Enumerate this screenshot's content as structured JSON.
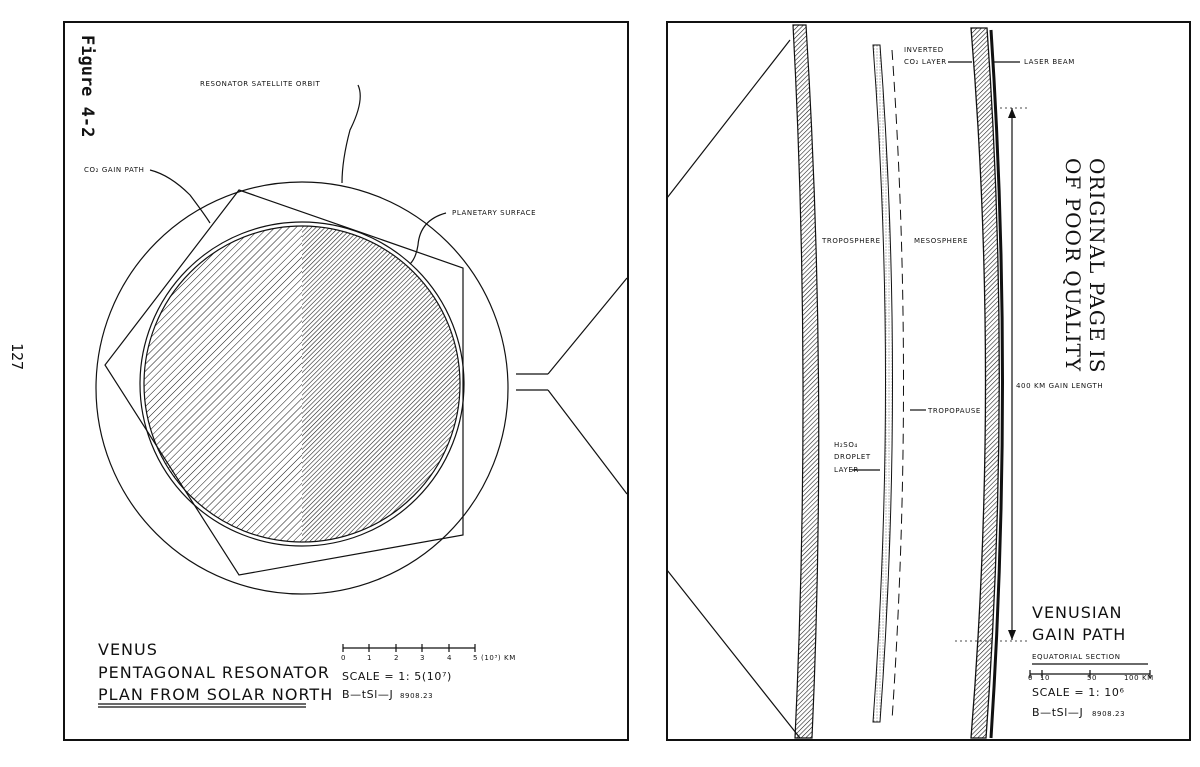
{
  "page_number": "127",
  "figure_label": "Figure 4-2",
  "left": {
    "labels": {
      "orbit": "RESONATOR   SATELLITE   ORBIT",
      "gain_path": "CO₂  GAIN  PATH",
      "surface": "PLANETARY  SURFACE"
    },
    "title_lines": [
      "VENUS",
      "PENTAGONAL  RESONATOR",
      "PLAN  FROM  SOLAR  NORTH"
    ],
    "scale_ticks": [
      "0",
      "1",
      "2",
      "3",
      "4",
      "5"
    ],
    "scale_unit": "(10³) KM",
    "scale_text": "SCALE = 1: 5(10⁷)",
    "signature": "B—tSl—J",
    "signature_date": "8908.23"
  },
  "right": {
    "labels": {
      "inverted": "INVERTED",
      "co2_layer": "CO₂  LAYER",
      "laser_beam": "LASER  BEAM",
      "troposphere": "TROPOSPHERE",
      "mesosphere": "MESOSPHERE",
      "gain_length": "400 KM  GAIN LENGTH",
      "tropopause": "TROPOPAUSE",
      "droplet_1": "H₂SO₄",
      "droplet_2": "DROPLET",
      "droplet_3": "LAYER"
    },
    "title_lines": [
      "VENUSIAN",
      "GAIN  PATH",
      "EQUATORIAL  SECTION"
    ],
    "scale_ticks": [
      "0",
      "10",
      "50",
      "100 KM"
    ],
    "scale_text": "SCALE = 1: 10⁶",
    "signature": "B—tSl—J",
    "signature_date": "8908.23",
    "stamp_lines": [
      "ORIGINAL PAGE IS",
      "OF POOR QUALITY"
    ]
  }
}
